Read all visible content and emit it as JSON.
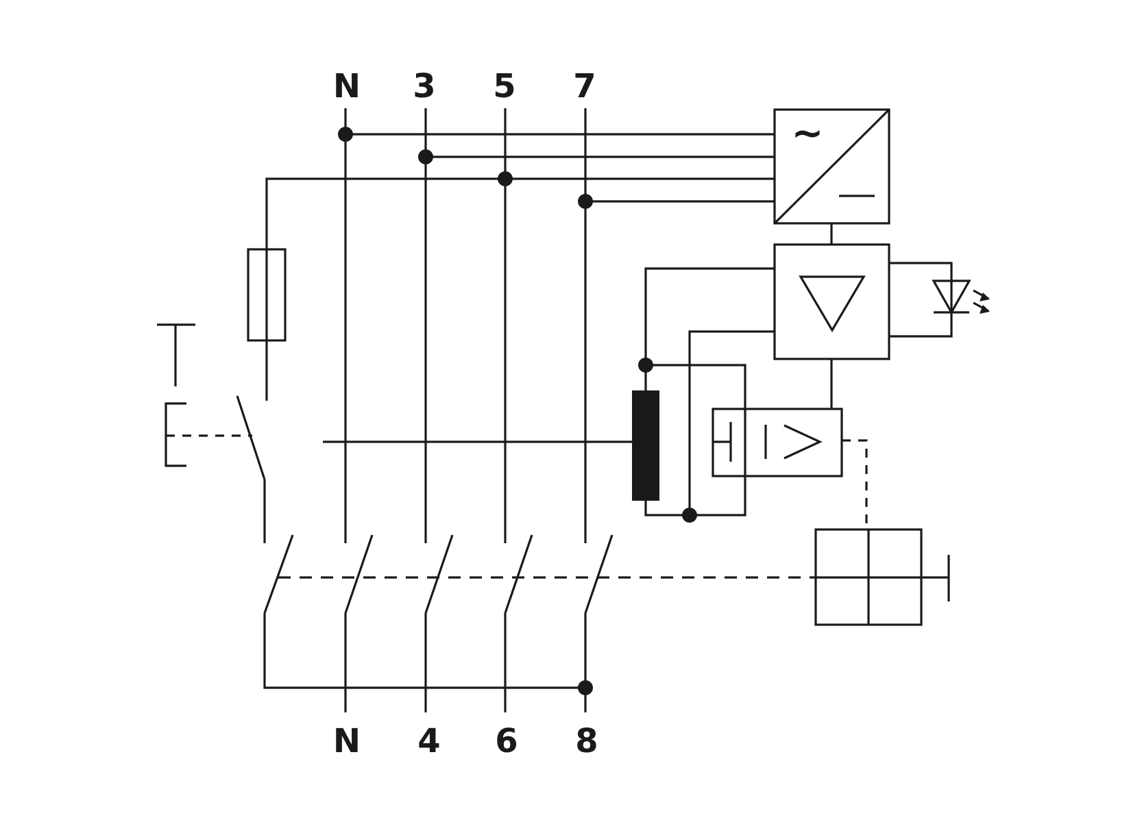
{
  "diagram": {
    "top_terminals": [
      "N",
      "3",
      "5",
      "7"
    ],
    "bottom_terminals": [
      "N",
      "4",
      "6",
      "8"
    ],
    "converter_symbols": {
      "ac": "~",
      "dc": "—"
    },
    "components": [
      "test-button",
      "test-resistor",
      "ac-dc-converter",
      "amplifier",
      "indicator-led",
      "summation-current-transformer",
      "trip-relay",
      "mechanical-latch",
      "main-contacts"
    ]
  }
}
